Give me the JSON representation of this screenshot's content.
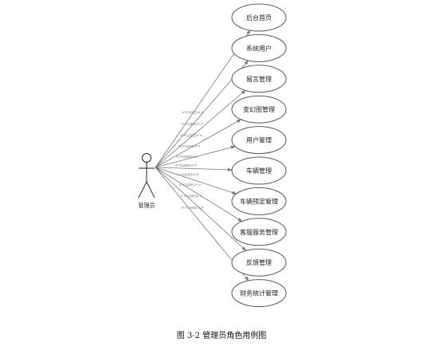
{
  "actor": {
    "name": "管理员"
  },
  "stereotype": "<<uses>>",
  "use_cases": [
    {
      "label": "后台首页"
    },
    {
      "label": "系统用户"
    },
    {
      "label": "留言管理"
    },
    {
      "label": "变幻图管理"
    },
    {
      "label": "用户管理"
    },
    {
      "label": "车辆管理"
    },
    {
      "label": "车辆预定管理"
    },
    {
      "label": "客服服务管理"
    },
    {
      "label": "反馈管理"
    },
    {
      "label": "财务统计管理"
    }
  ],
  "caption": "图 3-2  管理员角色用例图"
}
